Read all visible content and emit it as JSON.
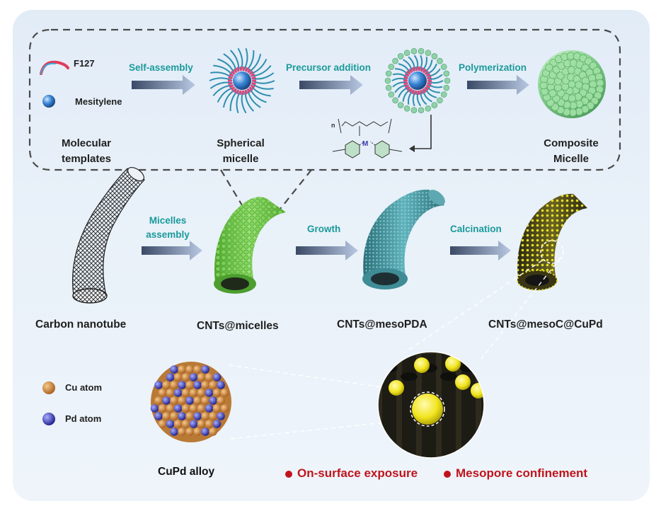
{
  "legend_top": {
    "f127": "F127",
    "mesitylene": "Mesitylene"
  },
  "stages_top": {
    "molecular_templates": "Molecular\ntemplates",
    "spherical_micelle": "Spherical\nmicelle",
    "composite_micelle": "Composite\nMicelle"
  },
  "arrows_top": {
    "self_assembly": "Self-assembly",
    "precursor_addition": "Precursor addition",
    "polymerization": "Polymerization"
  },
  "formula": {
    "n": "n",
    "metal": "M"
  },
  "stages_mid": {
    "carbon_nanotube": "Carbon nanotube",
    "cnts_micelles": "CNTs@micelles",
    "cnts_mesopda": "CNTs@mesoPDA",
    "cnts_mesoc_cupd": "CNTs@mesoC@CuPd"
  },
  "arrows_mid": {
    "micelles_assembly": "Micelles\nassembly",
    "growth": "Growth",
    "calcination": "Calcination"
  },
  "legend_bottom": {
    "cu": "Cu atom",
    "pd": "Pd atom"
  },
  "alloy_label": "CuPd alloy",
  "highlights": {
    "exposure": "On-surface exposure",
    "confinement": "Mesopore confinement"
  },
  "colors": {
    "teal_text": "#1a9a9a",
    "red_text": "#c0141c",
    "cu": "#d08a3c",
    "pd": "#3b3fcf",
    "micelle_green": "#7fd06a",
    "cnt_yellow": "#d7d02a"
  }
}
